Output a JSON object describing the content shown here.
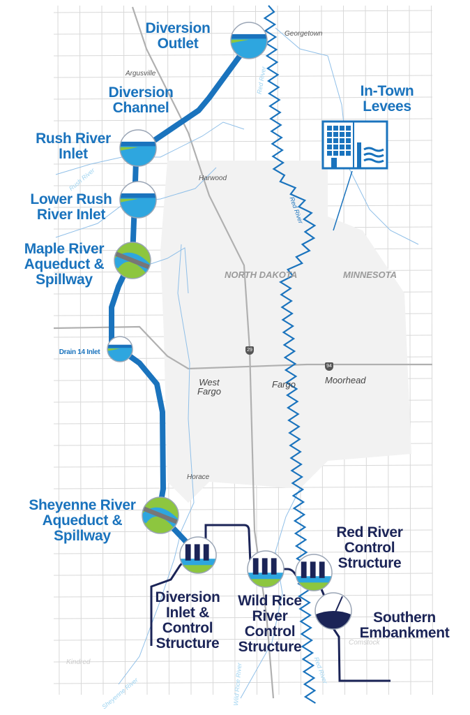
{
  "features": {
    "diversion_outlet": "Diversion Outlet",
    "diversion_channel": "Diversion Channel",
    "rush_river_inlet": "Rush River Inlet",
    "lower_rush_river_inlet": "Lower Rush River Inlet",
    "maple_river_aqueduct": "Maple River Aqueduct & Spillway",
    "drain_14_inlet": "Drain 14 Inlet",
    "sheyenne_river_aqueduct": "Sheyenne River Aqueduct & Spillway",
    "diversion_inlet": "Diversion Inlet & Control Structure",
    "wild_rice_control": "Wild Rice River Control Structure",
    "red_river_control": "Red River Control Structure",
    "southern_embankment": "Southern Embankment",
    "in_town_levees": "In-Town Levees"
  },
  "places": {
    "georgetown": "Georgetown",
    "argusville": "Argusville",
    "harwood": "Harwood",
    "west_fargo": "West Fargo",
    "fargo": "Fargo",
    "moorhead": "Moorhead",
    "horace": "Horace",
    "kindred": "Kindred",
    "comstock": "Comstock"
  },
  "states": {
    "nd": "NORTH DAKOTA",
    "mn": "MINNESOTA"
  },
  "highways": {
    "i29": "29",
    "i94": "94"
  },
  "rivers": {
    "red_river": "Red River",
    "rush_river": "Rush River",
    "sheyenne_river": "Sheyenne River",
    "wild_rice_river": "Wild Rice River"
  },
  "colors": {
    "channel": "#1a73bd",
    "embankment": "#1b2457",
    "red_river": "#1a73bd",
    "tributary": "#8fbfe8",
    "grid": "#d6d6d6",
    "urban": "#f0f0f0",
    "green": "#8dc63f",
    "water": "#2ea6df"
  }
}
